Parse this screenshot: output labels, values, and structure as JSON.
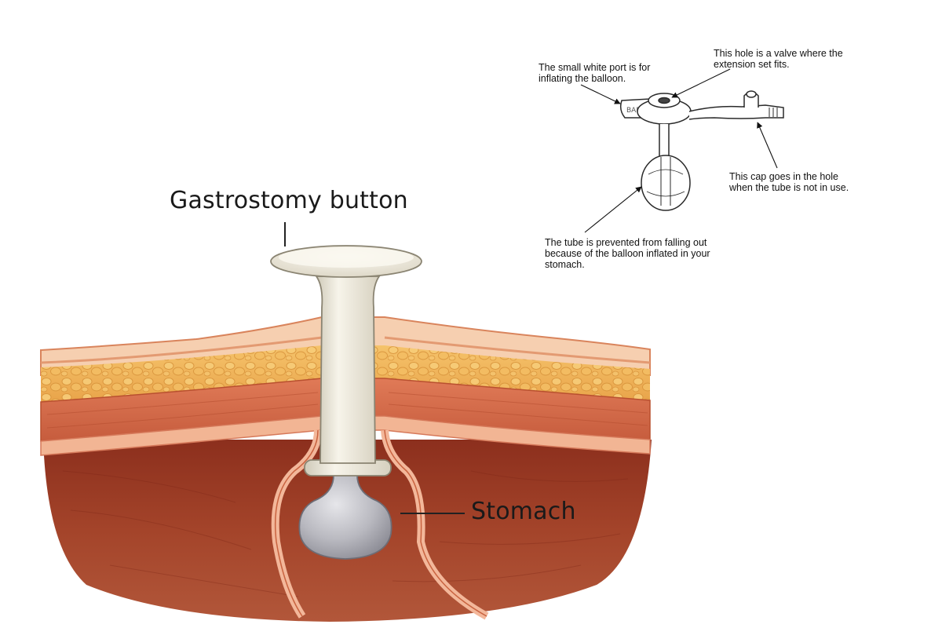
{
  "labels": {
    "main_title": "Gastrostomy button",
    "stomach": "Stomach"
  },
  "annotations": {
    "port": "The small white port is for inflating the balloon.",
    "valve": "This hole is a valve where the extension set fits.",
    "cap": "This cap goes in the hole when the tube is not in use.",
    "balloon": "The tube is prevented from falling out because of the balloon inflated in your stomach."
  },
  "device_print": "BAR",
  "colors": {
    "skin_outer": "#f3c6a4",
    "skin_line": "#d97a52",
    "fat": "#f0b25a",
    "muscle": "#d2694b",
    "stomach_wall": "#9a3a24",
    "stomach_lumen": "#a8472c",
    "device": "#ece8dc",
    "balloon": "#b8b8be"
  }
}
